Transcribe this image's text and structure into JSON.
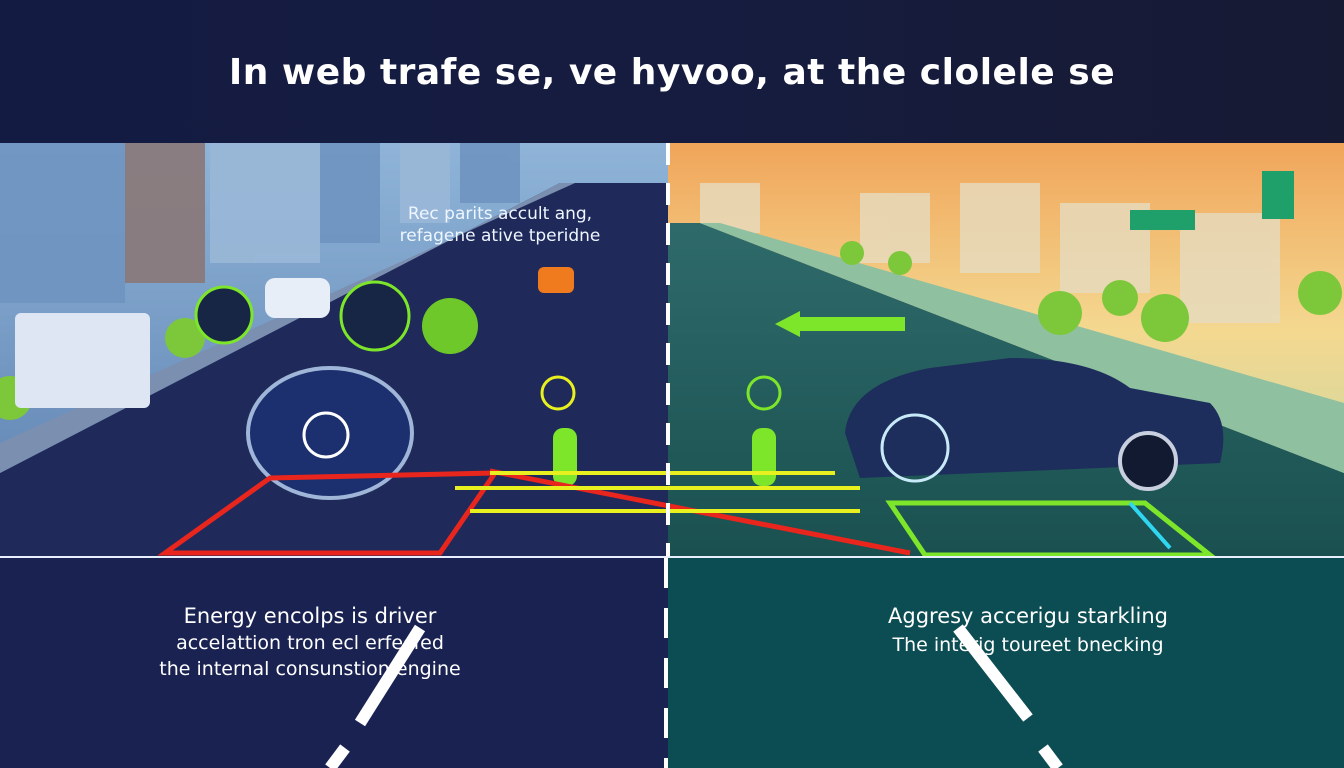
{
  "title": "In web trafe se, ve hyvoo, at the clolele se",
  "scene": {
    "overlay_text": [
      "Rec parits accult ang,",
      "refagene ative tperidne"
    ]
  },
  "left_panel": {
    "caption_heading": "Energy encolps is driver",
    "caption_lines": [
      "accelattion tron ecl erfecfed",
      "the internal consunstion engine"
    ]
  },
  "right_panel": {
    "caption_heading": "Aggresy accerigu starkling",
    "caption_lines": [
      "The interig toureet bnecking"
    ]
  },
  "colors": {
    "left_bg": "#1a2252",
    "right_bg": "#0c4d53",
    "warning_red": "#e8261e",
    "accent_green": "#7ee62a",
    "accent_yellow": "#e8f020",
    "accent_cyan": "#2fd8f0"
  }
}
